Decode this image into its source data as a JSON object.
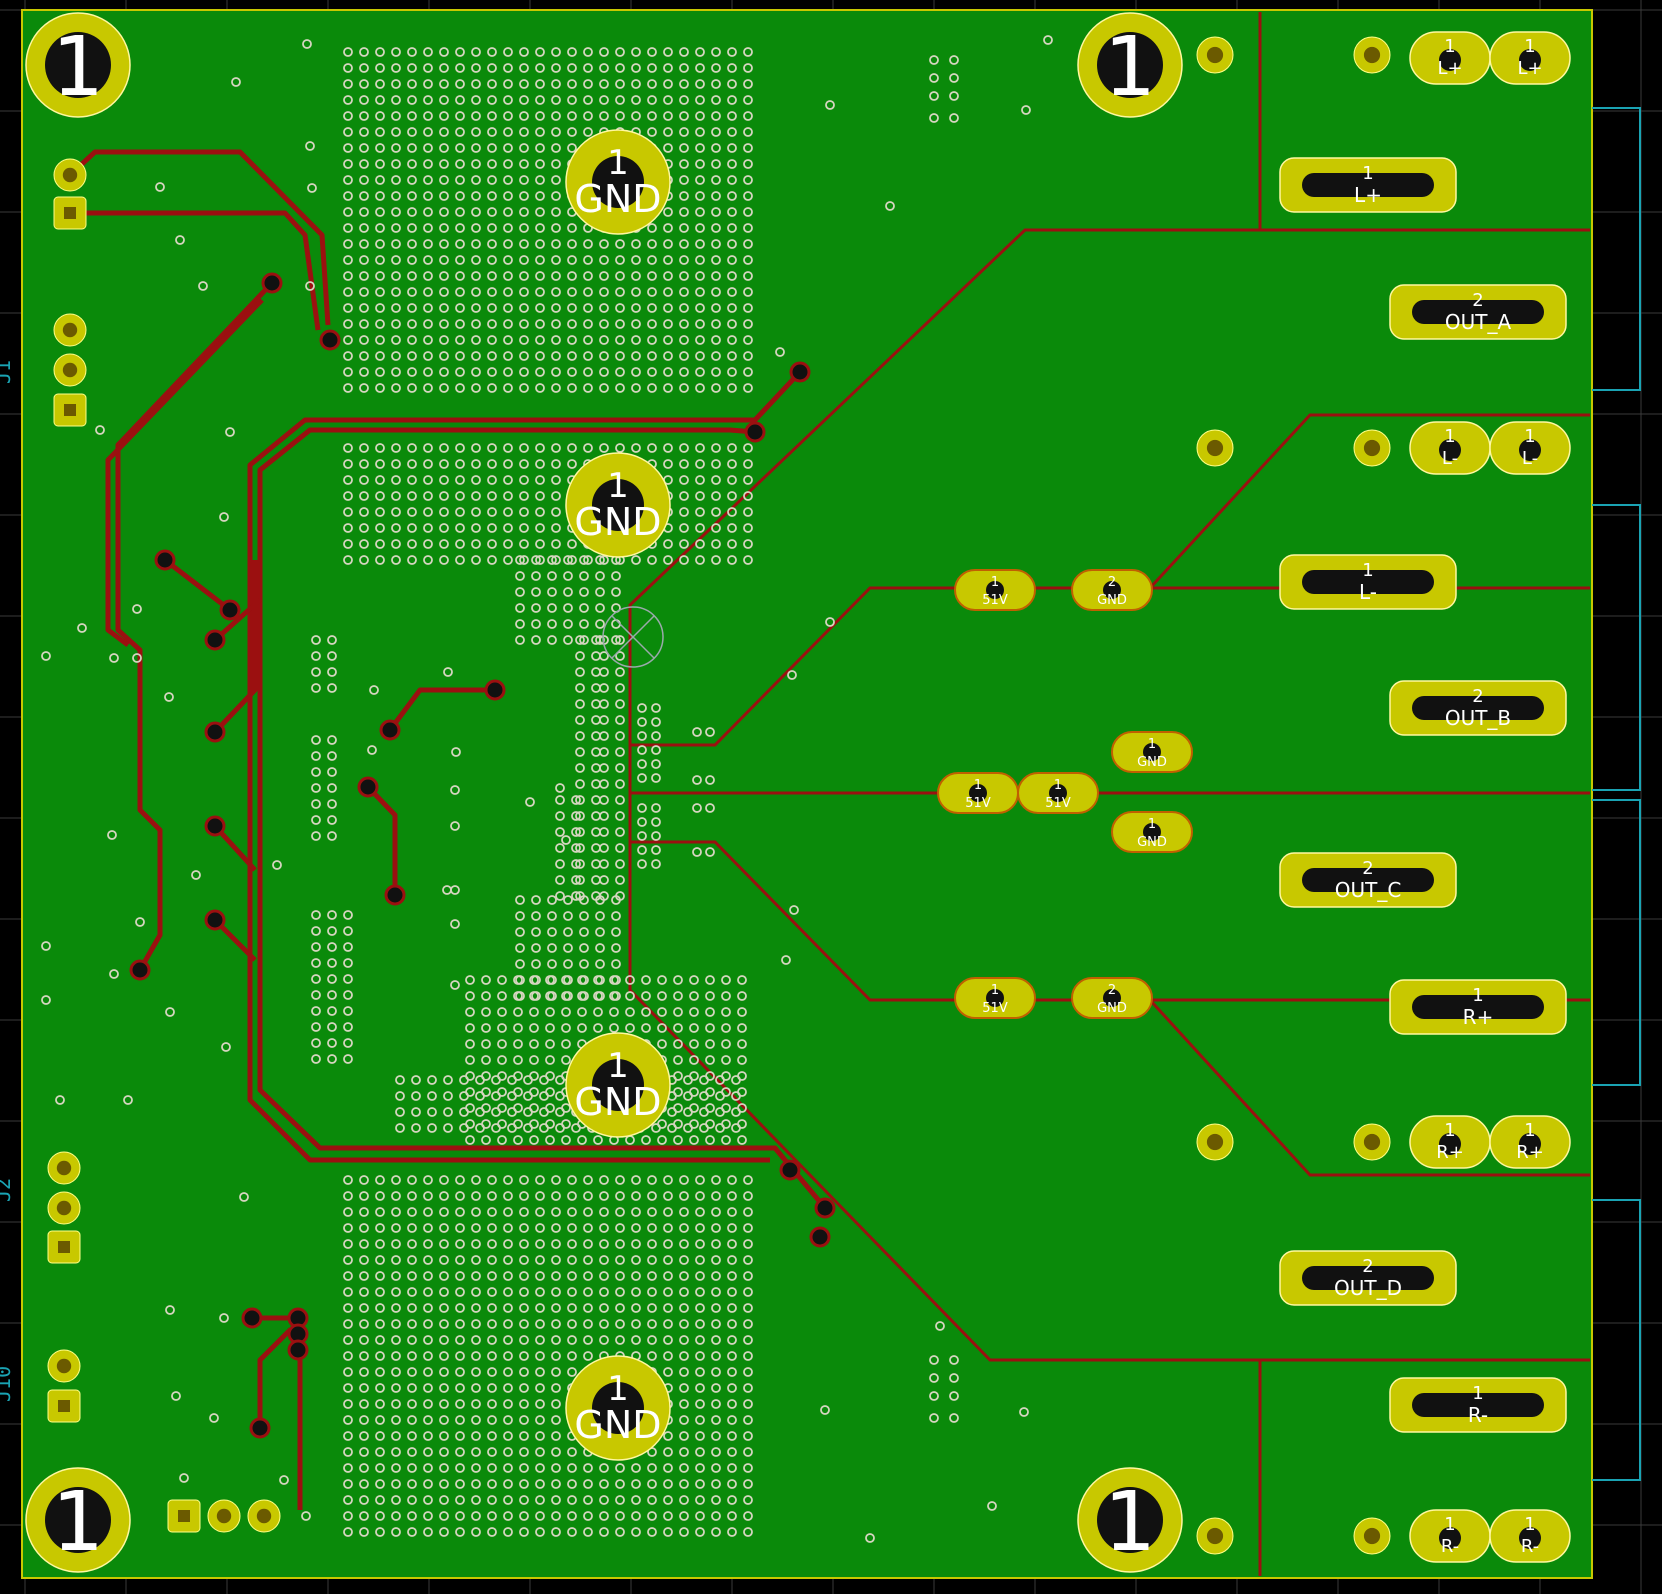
{
  "viewer": {
    "background": "#000000",
    "board_fill": "#0a8a0a",
    "copper_trace": "#9b1010",
    "pad_fill": "#c8c800",
    "via_ring": "#d6d6c0",
    "outline": "#c8c800",
    "grid_color": "#4a4a4a",
    "courtyard": "#1aa3b3"
  },
  "side_labels": {
    "j1": "J1",
    "j2": "J2",
    "j10": "J10"
  },
  "mounting_holes": [
    {
      "num": "1"
    },
    {
      "num": "1"
    },
    {
      "num": "1"
    },
    {
      "num": "1"
    }
  ],
  "gnd_pads": [
    {
      "num": "1",
      "net": "GND"
    },
    {
      "num": "1",
      "net": "GND"
    },
    {
      "num": "1",
      "net": "GND"
    },
    {
      "num": "1",
      "net": "GND"
    }
  ],
  "slot_pads": [
    {
      "num": "1",
      "net": "L+"
    },
    {
      "num": "2",
      "net": "OUT_A"
    },
    {
      "num": "1",
      "net": "L-"
    },
    {
      "num": "2",
      "net": "OUT_B"
    },
    {
      "num": "2",
      "net": "OUT_C"
    },
    {
      "num": "1",
      "net": "R+"
    },
    {
      "num": "2",
      "net": "OUT_D"
    },
    {
      "num": "1",
      "net": "R-"
    }
  ],
  "terminal_pairs": [
    {
      "num": "1",
      "net": "L+"
    },
    {
      "num": "1",
      "net": "L+"
    },
    {
      "num": "1",
      "net": "L-"
    },
    {
      "num": "1",
      "net": "L-"
    },
    {
      "num": "1",
      "net": "R+"
    },
    {
      "num": "1",
      "net": "R+"
    },
    {
      "num": "1",
      "net": "R-"
    },
    {
      "num": "1",
      "net": "R-"
    }
  ],
  "small_pads": [
    {
      "num": "1",
      "net": "51V"
    },
    {
      "num": "2",
      "net": "GND"
    },
    {
      "num": "1",
      "net": "GND"
    },
    {
      "num": "1",
      "net": "51V"
    },
    {
      "num": "1",
      "net": "51V"
    },
    {
      "num": "1",
      "net": "GND"
    },
    {
      "num": "1",
      "net": "51V"
    },
    {
      "num": "2",
      "net": "GND"
    }
  ]
}
